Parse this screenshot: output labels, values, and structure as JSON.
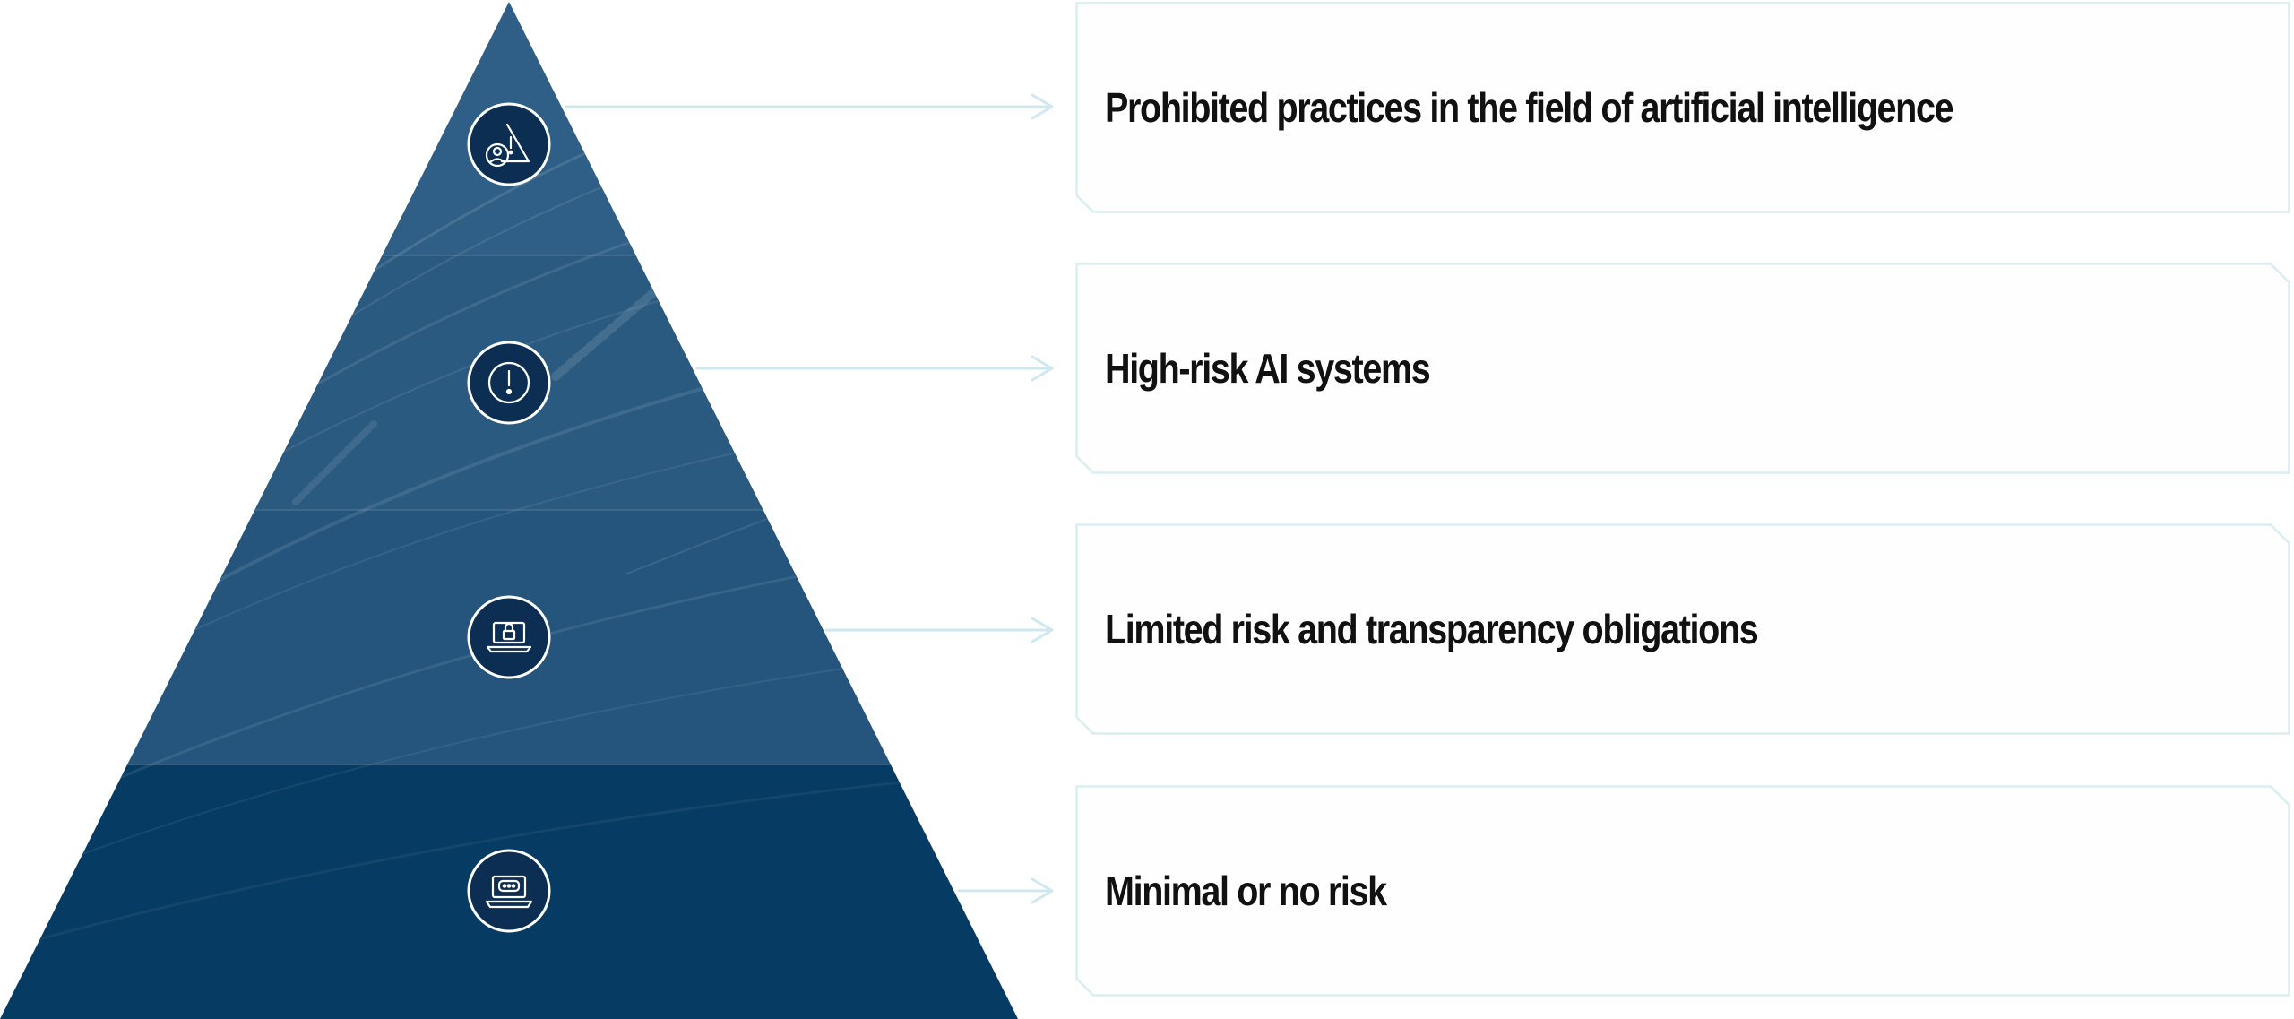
{
  "colors": {
    "pyramid_tiers": [
      "#2f5f86",
      "#2b5a80",
      "#25557d",
      "#063b63"
    ],
    "connector": "#cfe8f0",
    "card_border": "#d8eef2",
    "icon_fill": "#0b2e52",
    "icon_ring": "#ffffff",
    "text": "#111111"
  },
  "tiers": [
    {
      "label": "Prohibited practices in the field of artificial intelligence",
      "icon": "person-warning-triangle-icon"
    },
    {
      "label": "High-risk AI systems",
      "icon": "exclamation-circle-icon"
    },
    {
      "label": "Limited risk and transparency obligations",
      "icon": "laptop-lock-icon"
    },
    {
      "label": "Minimal or no risk",
      "icon": "laptop-chat-icon"
    }
  ]
}
